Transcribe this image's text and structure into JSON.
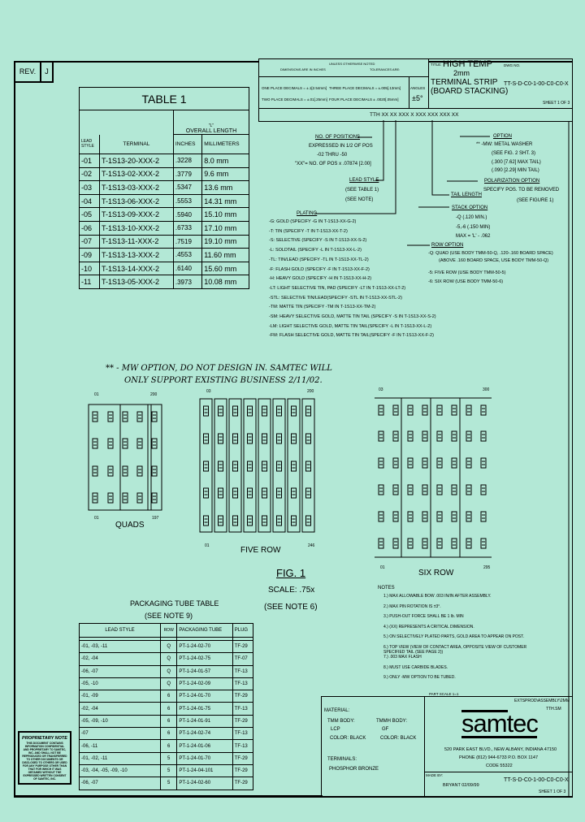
{
  "revision": {
    "label": "REV.",
    "value": "J"
  },
  "tolerance_block": {
    "unless": "UNLESS OTHERWISE NOTED",
    "dims": "DIMENSIONS ARE IN INCHES",
    "tol": "TOLERANCES ARE:",
    "one_place": "ONE PLACE DECIMALS = ±.1[2.54mm]",
    "two_place": "TWO PLACE DECIMALS = ±.01[.25mm]",
    "three_place": "THREE PLACE DECIMALS = ±.005[.13mm]",
    "four_place": "FOUR PLACE DECIMALS ± .0020[.05mm]",
    "angles_label": "ANGLES",
    "angles_value": "±5°"
  },
  "title_block": {
    "title_label": "TITLE:",
    "title_line1": "HIGH TEMP",
    "title_line2": "2mm",
    "title_line3": "TERMINAL STRIP",
    "title_line4": "(BOARD STACKING)",
    "dwg_label": "DWG NO.",
    "dwg_no": "TT-S-D-C0-1-00-C0-C0-X",
    "sheet": "SHEET 1 OF 3"
  },
  "part_number": "TTH XX XX XXX X XXX XXX XXX XX",
  "callouts": {
    "positions": {
      "title": "NO. OF POSITIONS",
      "lines": [
        "EXPRESSED IN 1/2 OF POS",
        "-02 THRU -50",
        "\"XX\"= NO. OF POS x .07874 [2.00]"
      ]
    },
    "lead_style": {
      "title": "LEAD STYLE",
      "lines": [
        "(SEE TABLE 1)",
        "(SEE NOTE)"
      ]
    },
    "plating": {
      "title": "PLATING",
      "lines": [
        "-G: GOLD (SPECIFY -G IN T-1S13-XX-G-2)",
        "-T: TIN (SPECIFY -T IN T-1S13-XX-T-2)",
        "-S: SELECTIVE (SPECIFY -S IN T-1S13-XX-S-2)",
        "-L: SOLDTAIL (SPECIFY -L IN T-1S13-XX-L-2)",
        "-TL: TIN/LEAD (SPECIFY -TL IN T-1S13-XX-TL-2)",
        "-F: FLASH GOLD (SPECIFY -F IN T-1S13-XX-F-2)",
        "-H: HEAVY GOLD (SPECIFY -H IN T-1S13-XX-H-2)",
        "-LT: LIGHT SELECTIVE TIN, PAD (SPECIFY -LT IN T-1S13-XX-LT-2)",
        "-STL: SELECTIVE TIN/LEAD(SPECIFY -STL IN T-1S13-XX-STL-2)",
        "-TM: MATTE TIN (SPECIFY -TM IN T-1S13-XX-TM-2)",
        "-SM: HEAVY SELECTIVE GOLD, MATTE TIN TAIL (SPECIFY -S IN T-1S13-XX-S-2)",
        "-LM: LIGHT SELECTIVE GOLD, MATTE TIN TAIL(SPECIFY -L IN T-1S13-XX-L-2)",
        "-FM: FLASH SELECTIVE GOLD, MATTE TIN TAIL(SPECIFY -F IN T-1S13-XX-F-2)"
      ]
    },
    "option": {
      "title": "OPTION",
      "lines": [
        "** -MW: METAL WASHER",
        "(SEE FIG. 2 SHT. 3)",
        "(.300 [7.62] MAX TAIL)",
        "(.090 [2.29] MIN TAIL)"
      ]
    },
    "polarization": {
      "title": "POLARIZATION OPTION",
      "lines": [
        "SPECIFY POS. TO BE REMOVED",
        "(SEE FIGURE 1)"
      ]
    },
    "tail_length": {
      "title": "TAIL LENGTH"
    },
    "stack": {
      "title": "STACK OPTION",
      "lines": [
        "-Q (.120 MIN.)",
        "-5,-6 (.150 MIN)",
        "MAX = 'L' - .062"
      ]
    },
    "row": {
      "title": "ROW OPTION",
      "lines": [
        "-Q: QUAD (USE BODY TMM-50-Q, .120-.160 BOARD SPACE)",
        "(ABOVE .160 BOARD SPACE, USE BODY TMM-50-Q)",
        "-5: FIVE ROW (USE BODY TMM-50-5)",
        "-6: SIX ROW (USE BODY TMM-50-6)"
      ]
    }
  },
  "table1": {
    "title": "TABLE 1",
    "l_label": "\"L\"",
    "overall": "OVERALL LENGTH",
    "headers": [
      "LEAD STYLE",
      "TERMINAL",
      "INCHES",
      "MILLIMETERS"
    ],
    "rows": [
      [
        "-01",
        "T-1S13-20-XXX-2",
        ".3228",
        "8.0 mm"
      ],
      [
        "-02",
        "T-1S13-02-XXX-2",
        ".3779",
        "9.6 mm"
      ],
      [
        "-03",
        "T-1S13-03-XXX-2",
        ".5347",
        "13.6 mm"
      ],
      [
        "-04",
        "T-1S13-06-XXX-2",
        ".5553",
        "14.31 mm"
      ],
      [
        "-05",
        "T-1S13-09-XXX-2",
        ".5940",
        "15.10 mm"
      ],
      [
        "-06",
        "T-1S13-10-XXX-2",
        ".6733",
        "17.10 mm"
      ],
      [
        "-07",
        "T-1S13-11-XXX-2",
        ".7519",
        "19.10 mm"
      ],
      [
        "-09",
        "T-1S13-13-XXX-2",
        ".4553",
        "11.60 mm"
      ],
      [
        "-10",
        "T-1S13-14-XXX-2",
        ".6140",
        "15.60 mm"
      ],
      [
        "-11",
        "T-1S13-05-XXX-2",
        ".3973",
        "10.08 mm"
      ]
    ]
  },
  "warning": {
    "line1": "** - MW OPTION, DO NOT DESIGN IN. SAMTEC WILL",
    "line2": "ONLY SUPPORT EXISTING BUSINESS 2/11/02."
  },
  "figure": {
    "quads": {
      "label": "QUADS",
      "tl": "01",
      "tr": "200",
      "bl": "01",
      "br": "197"
    },
    "five_row": {
      "label": "FIVE ROW",
      "tl": "03",
      "tr": "200",
      "bl": "01",
      "br": "246"
    },
    "six_row": {
      "label": "SIX ROW",
      "tl": "03",
      "tr": "300",
      "bl": "01",
      "br": "295"
    },
    "caption": "FIG. 1",
    "scale": "SCALE: .75x",
    "see_note": "(SEE NOTE 6)"
  },
  "packaging": {
    "title": "PACKAGING TUBE TABLE",
    "subtitle": "(SEE NOTE 9)",
    "headers": [
      "LEAD STYLE",
      "ROW",
      "PACKAGING TUBE",
      "PLUG"
    ],
    "rows": [
      [
        "-01, -03, -11",
        "Q",
        "PT-1-24-02-70",
        "TF-29"
      ],
      [
        "-02, -04",
        "Q",
        "PT-1-24-02-75",
        "TF-07"
      ],
      [
        "-06, -07",
        "Q",
        "PT-1-24-01-57",
        "TF-13"
      ],
      [
        "-05, -10",
        "Q",
        "PT-1-24-02-09",
        "TF-13"
      ],
      [
        "-01, -09",
        "6",
        "PT-1-24-01-70",
        "TF-29"
      ],
      [
        "-02, -04",
        "6",
        "PT-1-24-01-75",
        "TF-13"
      ],
      [
        "-05, -09, -10",
        "6",
        "PT-1-24-01-91",
        "TF-29"
      ],
      [
        "-07",
        "6",
        "PT-1-24-02-74",
        "TF-13"
      ],
      [
        "-06, -11",
        "6",
        "PT-1-24-01-06",
        "TF-13"
      ],
      [
        "-01, -02, -11",
        "5",
        "PT-1-24-01-70",
        "TF-29"
      ],
      [
        "-03, -04, -05, -09, -10",
        "5",
        "PT-1-24-04-101",
        "TF-29"
      ],
      [
        "-06, -07",
        "5",
        "PT-1-24-02-60",
        "TF-29"
      ]
    ]
  },
  "notes": {
    "title": "NOTES",
    "items": [
      "1.) MAX ALLOWABLE BOW .003 IN/IN AFTER ASSEMBLY.",
      "2.) MAX PIN ROTATION IS ±3°.",
      "3.) PUSH-OUT FORCE SHALL BE 1 lb. MIN",
      "4.) (XX) REPRESENTS A CRITICAL DIMENSION.",
      "5.) ON SELECTIVELY PLATED PARTS, GOLD AREA TO APPEAR ON POST.",
      "6.) TOP VIEW (VIEW OF CONTACT AREA, OPPOSITE VIEW OF CUSTOMER SPECIFIED TAIL (SEE PAGE 2))",
      "7.) .003 MAX FLASH",
      "8.) MUST USE CARBIDE BLADES.",
      "9.) ONLY -MW OPTION TO BE TUBED."
    ],
    "part_scale": "PART SCALE 1=1"
  },
  "material": {
    "title": "MATERIAL:",
    "tmm_label": "TMM BODY:",
    "tmm_value": "LCP",
    "tmm_color": "COLOR: BLACK",
    "tmmh_label": "TMMH BODY:",
    "tmmh_value": "GF",
    "tmmh_color": "COLOR: BLACK",
    "terminals_label": "TERMINALS:",
    "terminals_value": "PHOSPHOR BRONZE"
  },
  "company": {
    "file": "EXTSPROD\\ASSEMBLY\\2MM",
    "sub": "TTH.SM",
    "logo": "samtec",
    "address": "520 PARK EAST BLVD., NEW ALBANY, INDIANA 47150",
    "phone": "PHONE (812) 944-6733  P.O. BOX 1147",
    "code": "CODE 55322",
    "made_by_label": "MADE BY:",
    "made_by": "BRYANT 02/09/99",
    "dwg_no": "TT-S-D-C0-1-00-C0-C0-X",
    "sheet": "SHEET 1 OF 3"
  },
  "proprietary": {
    "title": "PROPRIETARY NOTE",
    "body": "THIS DOCUMENT CONTAINS INFORMATION CONFIDENTIAL AND PROPRIETARY TO SAMTEC, INC. AND SHALL NOT BE REPRODUCED OR TRANSFERRED TO OTHER DOCUMENTS OR DISCLOSED TO OTHERS OR USED FOR ANY PURPOSE OTHER THAN THAT FOR WHICH IT WAS OBTAINED WITHOUT THE EXPRESSED WRITTEN CONSENT OF SAMTEC, INC."
  }
}
